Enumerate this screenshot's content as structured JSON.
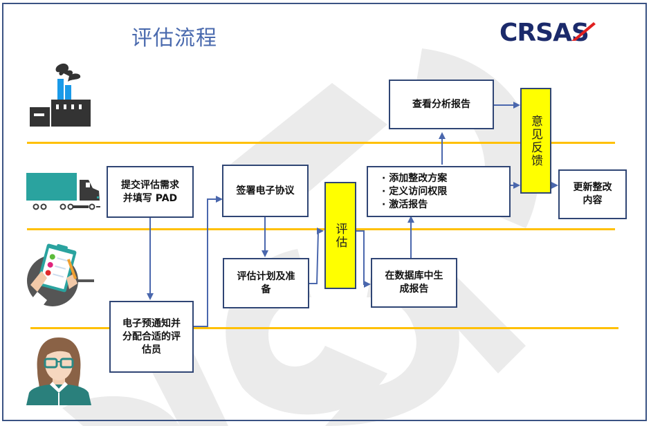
{
  "title": "评估流程",
  "logo": {
    "text": "CRSAS",
    "primary_color": "#1b2a6b",
    "accent_color": "#e02020"
  },
  "colors": {
    "lane_line": "#ffc000",
    "box_border": "#2f4574",
    "arrow": "#4a67ad",
    "highlight": "#ffff00",
    "title": "#4a6aae"
  },
  "lanes": [
    {
      "icon": "factory-icon"
    },
    {
      "icon": "truck-icon"
    },
    {
      "icon": "clipboard-checklist-icon"
    },
    {
      "icon": "woman-assessor-avatar-icon"
    }
  ],
  "nodes": {
    "submit_request": {
      "line1": "提交评估需求",
      "line2": "并填写 PAD"
    },
    "pre_notice": {
      "line1": "电子预通知并",
      "line2": "分配合适的评",
      "line3": "估员"
    },
    "sign_agreement": {
      "label": "签署电子协议"
    },
    "plan_prepare": {
      "line1": "评估计划及准",
      "line2": "备"
    },
    "assessment": {
      "label": "评估"
    },
    "generate_report": {
      "line1": "在数据库中生",
      "line2": "成报告"
    },
    "actions": {
      "items": [
        "添加整改方案",
        "定义访问权限",
        "激活报告"
      ]
    },
    "view_report": {
      "label": "查看分析报告"
    },
    "feedback": {
      "label": "意见反馈"
    },
    "update_content": {
      "line1": "更新整改",
      "line2": "内容"
    }
  }
}
